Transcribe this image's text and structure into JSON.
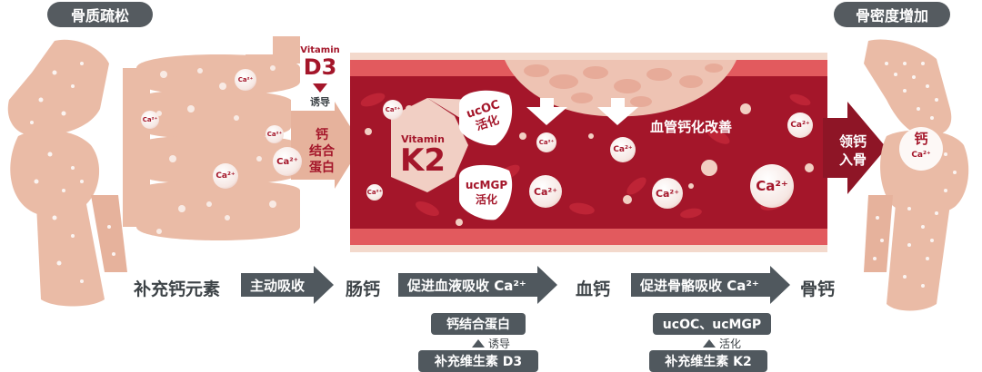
{
  "badges": {
    "left": "骨质疏松",
    "right": "骨密度增加"
  },
  "vessel_labels": {
    "vitamin_d3_small": "Vitamin",
    "vitamin_d3_big": "D3",
    "induce": "诱导",
    "calcium_binding_protein": [
      "钙",
      "结合",
      "蛋白"
    ],
    "vitamin_k2_small": "Vitamin",
    "vitamin_k2_big": "K2",
    "ucoc": [
      "ucOC",
      "活化"
    ],
    "ucmgp": [
      "ucMGP",
      "活化"
    ],
    "vessel_improve": "血管钙化改善",
    "enter_bone": [
      "领钙",
      "入骨"
    ],
    "bone_ca": [
      "钙",
      "Ca²⁺"
    ],
    "ca_ion": "Ca²⁺"
  },
  "flow": {
    "step1": "补充钙元素",
    "arrow1": "主动吸收",
    "step2": "肠钙",
    "arrow2": "促进血液吸收 Ca²⁺",
    "step3": "血钙",
    "arrow3": "促进骨骼吸收 Ca²⁺",
    "step4": "骨钙"
  },
  "sub_left": {
    "box1": "钙结合蛋白",
    "note": "诱导",
    "box2": "补充维生素 D3"
  },
  "sub_right": {
    "box1": "ucOC、ucMGP",
    "note": "活化",
    "box2": "补充维生素 K2"
  },
  "colors": {
    "vessel_dark": "#a4162a",
    "vessel_wall": "#e25a5e",
    "bone_pink": "#eabba6",
    "dark_grey": "#50585e"
  }
}
